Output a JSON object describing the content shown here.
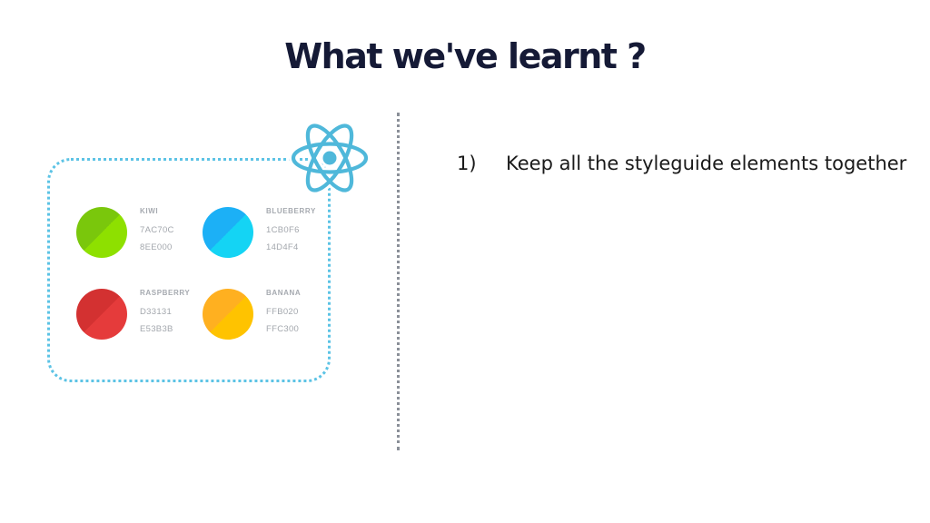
{
  "title": "What we've learnt ?",
  "points": [
    {
      "number": "1)",
      "text": "Keep all the styleguide elements together"
    }
  ],
  "swatches": [
    {
      "name": "KIWI",
      "hex1": "7AC70C",
      "hex2": "8EE000",
      "color1": "#7AC70C",
      "color2": "#8EE000"
    },
    {
      "name": "BLUEBERRY",
      "hex1": "1CB0F6",
      "hex2": "14D4F4",
      "color1": "#1CB0F6",
      "color2": "#14D4F4"
    },
    {
      "name": "RASPBERRY",
      "hex1": "D33131",
      "hex2": "E53B3B",
      "color1": "#D33131",
      "color2": "#E53B3B"
    },
    {
      "name": "BANANA",
      "hex1": "FFB020",
      "hex2": "FFC300",
      "color1": "#FFB020",
      "color2": "#FFC300"
    }
  ],
  "colors": {
    "accent": "#5CC3E5",
    "react": "#4FB8DA",
    "title": "#151A36"
  },
  "icons": {
    "logo": "react-atom-icon"
  }
}
